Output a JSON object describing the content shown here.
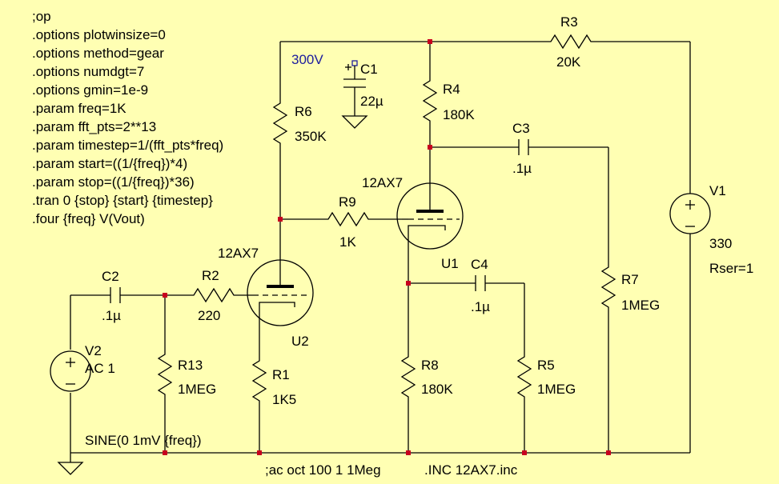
{
  "directives": [
    ";op",
    ".options plotwinsize=0",
    ".options method=gear",
    ".options numdgt=7",
    ".options gmin=1e-9",
    ".param freq=1K",
    ".param fft_pts=2**13",
    ".param timestep=1/(fft_pts*freq)",
    ".param start=((1/{freq})*4)",
    ".param stop=((1/{freq})*36)",
    ".tran 0 {stop} {start} {timestep}",
    ".four {freq} V(Vout)"
  ],
  "net_label": "300V",
  "components": {
    "R3": {
      "name": "R3",
      "value": "20K"
    },
    "R4": {
      "name": "R4",
      "value": "180K"
    },
    "R6": {
      "name": "R6",
      "value": "350K"
    },
    "R9": {
      "name": "R9",
      "value": "1K"
    },
    "R2": {
      "name": "R2",
      "value": "220"
    },
    "R13": {
      "name": "R13",
      "value": "1MEG"
    },
    "R1": {
      "name": "R1",
      "value": "1K5"
    },
    "R8": {
      "name": "R8",
      "value": "180K"
    },
    "R5": {
      "name": "R5",
      "value": "1MEG"
    },
    "R7": {
      "name": "R7",
      "value": "1MEG"
    },
    "C1": {
      "name": "C1",
      "value": "22µ"
    },
    "C2": {
      "name": "C2",
      "value": ".1µ"
    },
    "C3": {
      "name": "C3",
      "value": ".1µ"
    },
    "C4": {
      "name": "C4",
      "value": ".1µ"
    },
    "U1": {
      "name": "U1",
      "model": "12AX7"
    },
    "U2": {
      "name": "U2",
      "model": "12AX7"
    },
    "V1": {
      "name": "V1",
      "value": "330",
      "extra": "Rser=1"
    },
    "V2": {
      "name": "V2",
      "value": "AC 1",
      "extra": "SINE(0 1mV {freq})"
    }
  },
  "bottom_notes": [
    ";ac oct 100 1 1Meg",
    ".INC 12AX7.inc"
  ],
  "colors": {
    "background": "#ffffb3",
    "wire": "#000000",
    "node": "#c8001e",
    "net_label": "#1d1d9e"
  }
}
